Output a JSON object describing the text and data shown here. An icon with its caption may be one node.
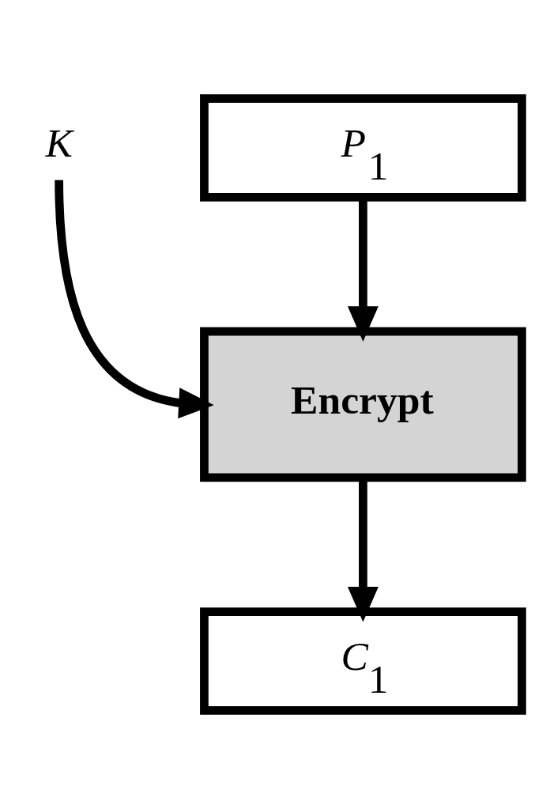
{
  "diagram": {
    "nodes": [
      {
        "text": [
          "*P*$_{1}$"
        ]
      },
      {
        "text": [
          "*K*"
        ]
      },
      {
        "text": [
          "**Encrypt**"
        ]
      },
      {
        "text": [
          "*C*$_{1}$"
        ]
      }
    ],
    "edges": [
      {
        "from": 0,
        "to": 2,
        "arrow": "to"
      },
      {
        "from": 1,
        "to": 2,
        "arrow": "to"
      },
      {
        "from": 2,
        "to": 3,
        "arrow": "to"
      }
    ]
  }
}
